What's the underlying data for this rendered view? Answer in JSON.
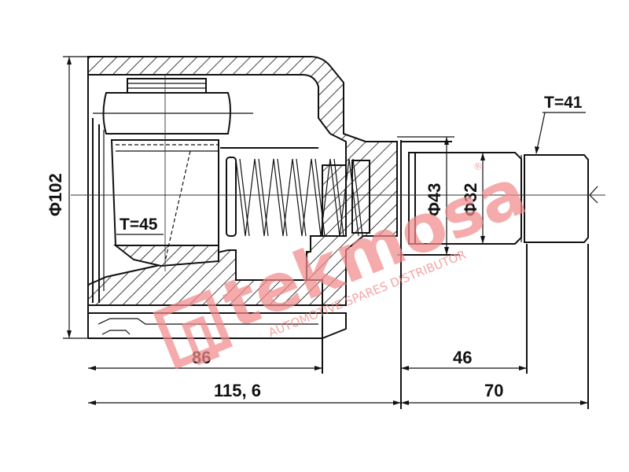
{
  "drawing": {
    "subject": "CV joint (inner) cross-section",
    "labels": {
      "outer_diameter": "Φ102",
      "inner_teeth": "T=45",
      "outer_teeth": "T=41",
      "shaft_diameter_1": "Φ43",
      "shaft_diameter_2": "Φ32"
    },
    "dimensions": {
      "housing_length": "86",
      "total_left_length": "115, 6",
      "spline_length": "46",
      "total_right_length": "70"
    }
  },
  "watermark": {
    "brand": "tekmosa",
    "tagline": "AUTOMOTIVE SPARES DISTRIBUTOR",
    "registered": "®",
    "color": "#f28c8c"
  }
}
